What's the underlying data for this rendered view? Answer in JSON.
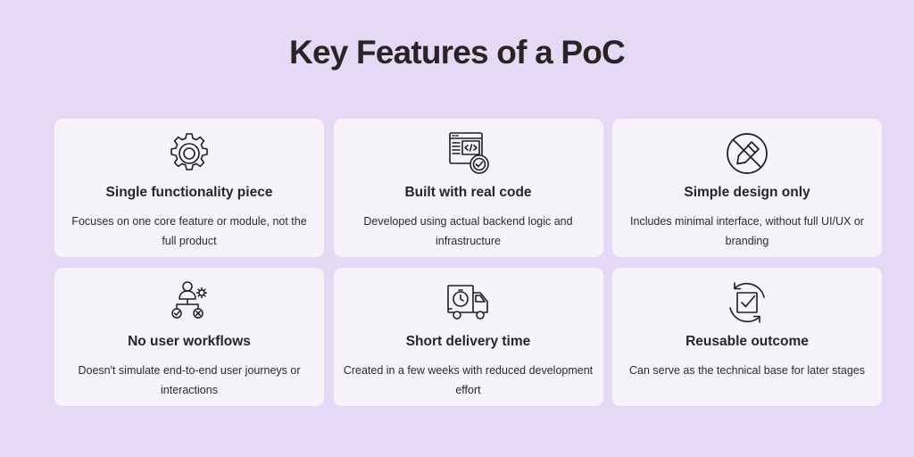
{
  "title": "Key Features of a PoC",
  "cards": [
    {
      "icon": "gear-icon",
      "title": "Single functionality piece",
      "description": "Focuses on one core feature or module, not the full product"
    },
    {
      "icon": "code-window-check-icon",
      "title": "Built with real code",
      "description": "Developed using actual backend logic and infrastructure"
    },
    {
      "icon": "no-design-pencil-icon",
      "title": "Simple design only",
      "description": "Includes minimal interface, without full UI/UX or branding"
    },
    {
      "icon": "user-workflow-icon",
      "title": "No user workflows",
      "description": "Doesn't simulate end-to-end user journeys or interactions"
    },
    {
      "icon": "delivery-truck-clock-icon",
      "title": "Short delivery time",
      "description": "Created in a few weeks with reduced development effort"
    },
    {
      "icon": "reuse-cycle-check-icon",
      "title": "Reusable outcome",
      "description": "Can serve as the technical base for later stages"
    }
  ]
}
